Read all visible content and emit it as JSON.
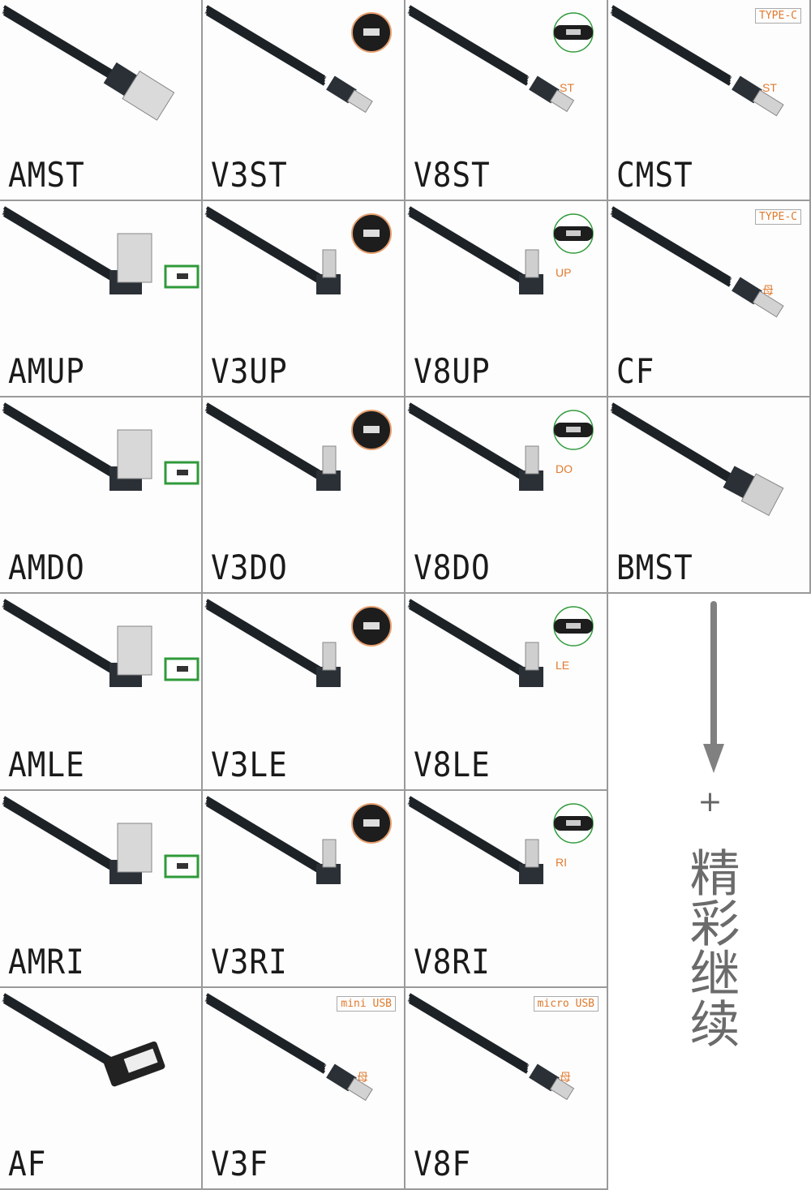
{
  "cells": [
    {
      "label": "AMST",
      "plug": "usb-a",
      "angle": "st"
    },
    {
      "label": "V3ST",
      "plug": "mini",
      "angle": "st",
      "badge": "orange-circle"
    },
    {
      "label": "V8ST",
      "plug": "micro",
      "angle": "st",
      "badge": "green-circle",
      "tag": "ST"
    },
    {
      "label": "CMST",
      "plug": "type-c",
      "angle": "st",
      "box": "TYPE-C",
      "tag": "ST"
    },
    {
      "label": "AMUP",
      "plug": "usb-a",
      "angle": "up",
      "badge": "green-box"
    },
    {
      "label": "V3UP",
      "plug": "mini",
      "angle": "up",
      "badge": "orange-circle"
    },
    {
      "label": "V8UP",
      "plug": "micro",
      "angle": "up",
      "badge": "green-circle",
      "tag": "UP"
    },
    {
      "label": "CF",
      "plug": "type-c",
      "angle": "st",
      "box": "TYPE-C",
      "tag": "母"
    },
    {
      "label": "AMDO",
      "plug": "usb-a",
      "angle": "up",
      "badge": "green-box"
    },
    {
      "label": "V3DO",
      "plug": "mini",
      "angle": "up",
      "badge": "orange-circle"
    },
    {
      "label": "V8DO",
      "plug": "micro",
      "angle": "up",
      "badge": "green-circle",
      "tag": "DO"
    },
    {
      "label": "BMST",
      "plug": "usb-b",
      "angle": "st"
    },
    {
      "label": "AMLE",
      "plug": "usb-a",
      "angle": "up",
      "badge": "green-box"
    },
    {
      "label": "V3LE",
      "plug": "mini",
      "angle": "up",
      "badge": "orange-circle"
    },
    {
      "label": "V8LE",
      "plug": "micro",
      "angle": "up",
      "badge": "green-circle",
      "tag": "LE"
    },
    null,
    {
      "label": "AMRI",
      "plug": "usb-a",
      "angle": "up",
      "badge": "green-box"
    },
    {
      "label": "V3RI",
      "plug": "mini",
      "angle": "up",
      "badge": "orange-circle"
    },
    {
      "label": "V8RI",
      "plug": "micro",
      "angle": "up",
      "badge": "green-circle",
      "tag": "RI"
    },
    null,
    {
      "label": "AF",
      "plug": "usb-a-female",
      "angle": "st"
    },
    {
      "label": "V3F",
      "plug": "mini",
      "angle": "st",
      "box": "mini USB",
      "tag": "母"
    },
    {
      "label": "V8F",
      "plug": "micro",
      "angle": "st",
      "box": "micro USB",
      "tag": "母"
    },
    null
  ],
  "more": {
    "plus": "+",
    "text": "精彩继续"
  },
  "colors": {
    "cable": "#1d2227",
    "tag": "#e07a2e",
    "green": "#2f9a3a",
    "arrow": "#808080"
  }
}
